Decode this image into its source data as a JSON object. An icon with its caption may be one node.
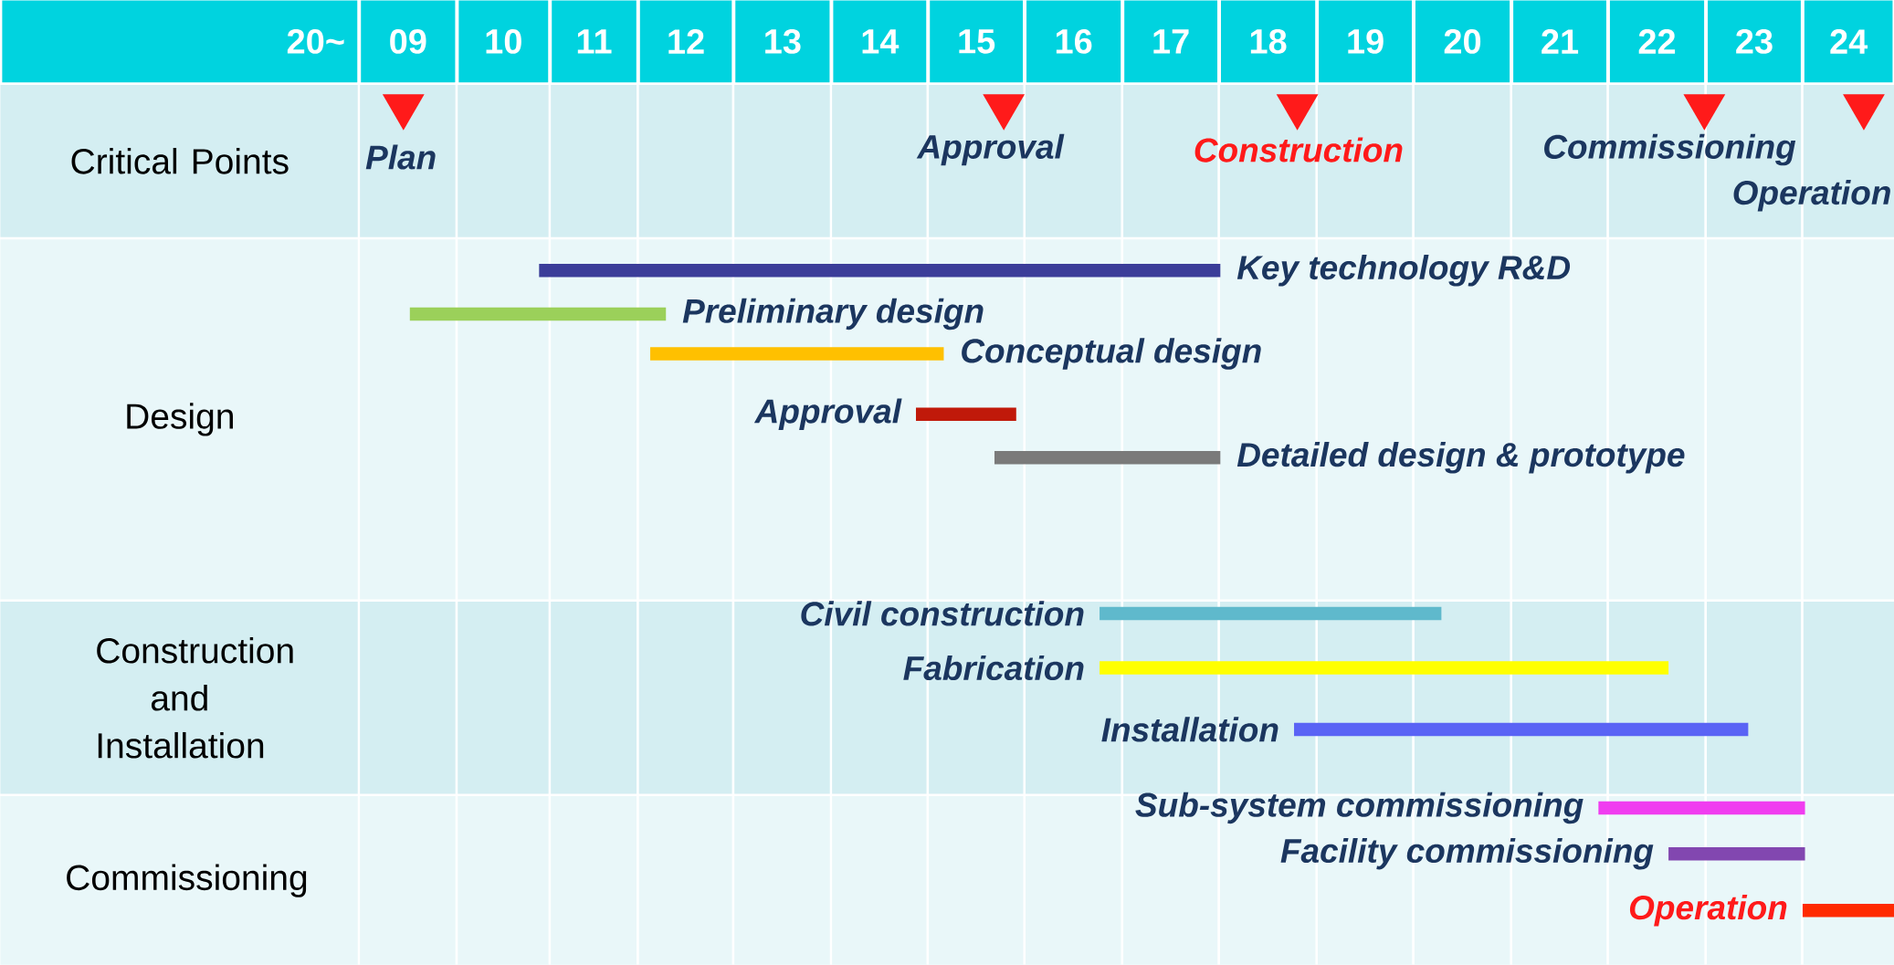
{
  "diagram": {
    "nodes": [
      {
        "text": [
          "Critical Points"
        ]
      },
      {
        "text": [],
        "shape": "triangle",
        "beside": [
          "Plan"
        ],
        "in": 0
      },
      {
        "text": [],
        "shape": "triangle",
        "beside": [
          "Approval"
        ],
        "in": 0
      },
      {
        "text": [],
        "shape": "triangle",
        "beside": [
          "Construction"
        ],
        "in": 0
      },
      {
        "text": [],
        "shape": "triangle",
        "beside": [
          "Commissioning"
        ],
        "in": 0
      },
      {
        "text": [],
        "shape": "triangle",
        "beside": [
          "Operation"
        ],
        "in": 0
      },
      {
        "text": [
          "Design"
        ]
      },
      {
        "text": [],
        "shape": "bar",
        "beside": [
          "Key technology R&D"
        ],
        "in": 6
      },
      {
        "text": [],
        "shape": "bar",
        "beside": [
          "Preliminary design"
        ],
        "in": 6
      },
      {
        "text": [],
        "shape": "bar",
        "beside": [
          "Conceptual design"
        ],
        "in": 6
      },
      {
        "text": [],
        "shape": "bar",
        "beside": [
          "Approval"
        ],
        "in": 6
      },
      {
        "text": [],
        "shape": "bar",
        "beside": [
          "Detailed design & prototype"
        ],
        "in": 6
      },
      {
        "text": [
          "Construction and Installation"
        ]
      },
      {
        "text": [],
        "shape": "bar",
        "beside": [
          "Civil construction"
        ],
        "in": 12
      },
      {
        "text": [],
        "shape": "bar",
        "beside": [
          "Fabrication"
        ],
        "in": 12
      },
      {
        "text": [],
        "shape": "bar",
        "beside": [
          "Installation"
        ],
        "in": 12
      },
      {
        "text": [
          "Commissioning"
        ]
      },
      {
        "text": [],
        "shape": "bar",
        "beside": [
          "Sub-system commissioning"
        ],
        "in": 16
      },
      {
        "text": [],
        "shape": "bar",
        "beside": [
          "Facility commissioning"
        ],
        "in": 16
      },
      {
        "text": [],
        "shape": "bar",
        "beside": [
          "Operation"
        ],
        "in": 16
      }
    ],
    "labels": [
      "20~",
      "09",
      "10",
      "11",
      "12",
      "13",
      "14",
      "15",
      "16",
      "17",
      "18",
      "19",
      "20",
      "21",
      "22",
      "23",
      "24"
    ]
  }
}
